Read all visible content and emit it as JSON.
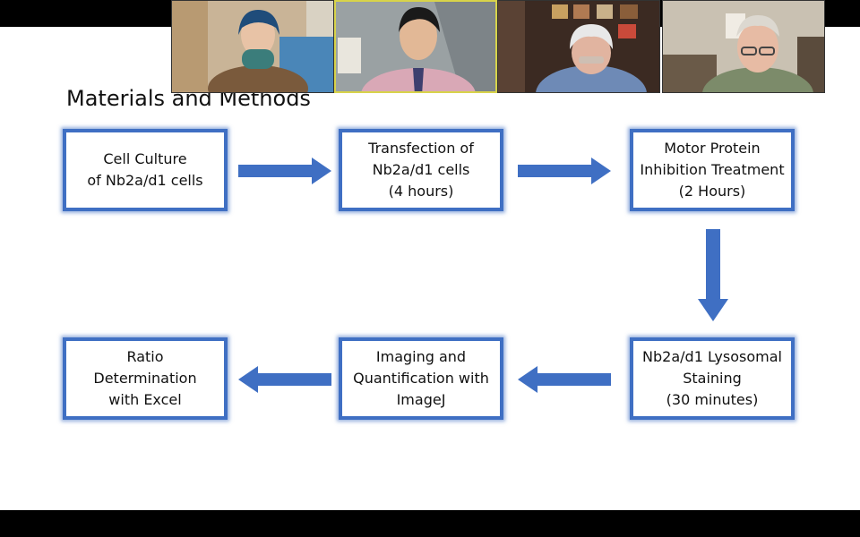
{
  "slide": {
    "title": "Materials and Methods",
    "steps": [
      {
        "id": "cell-culture",
        "label": "Cell Culture\nof Nb2a/d1 cells"
      },
      {
        "id": "transfection",
        "label": "Transfection of\nNb2a/d1 cells\n(4 hours)"
      },
      {
        "id": "motor-protein",
        "label": "Motor Protein\nInhibition Treatment\n(2 Hours)"
      },
      {
        "id": "lysosomal-staining",
        "label": "Nb2a/d1 Lysosomal\nStaining\n(30 minutes)"
      },
      {
        "id": "imaging",
        "label": "Imaging and\nQuantification with\nImageJ"
      },
      {
        "id": "ratio",
        "label": "Ratio\nDetermination\nwith Excel"
      }
    ],
    "colors": {
      "accent": "#3f6fc3",
      "background": "#ffffff"
    }
  },
  "video": {
    "participants": [
      {
        "id": "participant-1",
        "active": false
      },
      {
        "id": "participant-2",
        "active": true
      },
      {
        "id": "participant-3",
        "active": false
      },
      {
        "id": "participant-4",
        "active": false
      }
    ]
  }
}
